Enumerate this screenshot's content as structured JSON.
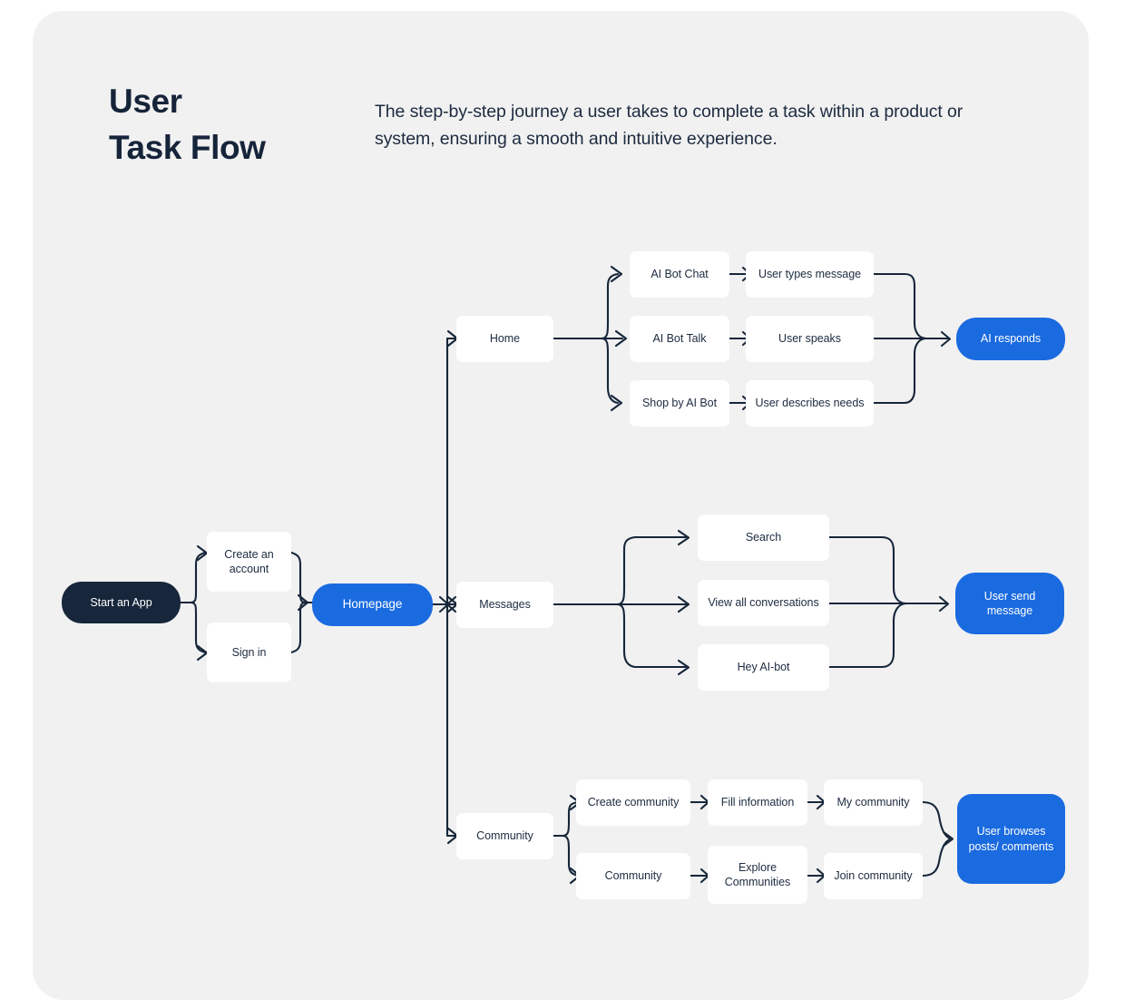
{
  "page": {
    "background": "#ffffff",
    "card_background": "#f1f1f1",
    "ink": "#17263a",
    "accent_blue": "#1a6ae0",
    "node_white": "#ffffff"
  },
  "header": {
    "title": "User\nTask Flow",
    "description": "The step-by-step journey a user takes to complete a task within a product or system, ensuring a smooth and intuitive experience."
  },
  "flow": {
    "start": {
      "label": "Start an App",
      "style": "dark"
    },
    "auth": [
      {
        "label": "Create an account",
        "style": "plain"
      },
      {
        "label": "Sign in",
        "style": "plain"
      }
    ],
    "hub": {
      "label": "Homepage",
      "style": "blue"
    },
    "branches": [
      {
        "name": "home",
        "root": {
          "label": "Home",
          "style": "plain"
        },
        "steps": [
          {
            "label": "AI Bot Chat",
            "next": "User types message"
          },
          {
            "label": "AI Bot Talk",
            "next": "User speaks"
          },
          {
            "label": "Shop by AI Bot",
            "next": "User describes needs"
          }
        ],
        "outcome": {
          "label": "AI responds",
          "style": "blue"
        }
      },
      {
        "name": "messages",
        "root": {
          "label": "Messages",
          "style": "plain"
        },
        "steps": [
          {
            "label": "Search",
            "next": ""
          },
          {
            "label": "View all conversations",
            "next": ""
          },
          {
            "label": "Hey AI-bot",
            "next": ""
          }
        ],
        "outcome": {
          "label": "User send message",
          "style": "blue"
        }
      },
      {
        "name": "community",
        "root": {
          "label": "Community",
          "style": "plain"
        },
        "steps": [
          {
            "label": "Create community",
            "mid": "Fill information",
            "next": "My community"
          },
          {
            "label": "Community",
            "mid": "Explore Communities",
            "next": "Join community"
          }
        ],
        "outcome": {
          "label": "User browses posts/ comments",
          "style": "blue"
        }
      }
    ]
  },
  "nodes": {
    "start_an_app": "Start an App",
    "create_an_account": "Create an account",
    "sign_in": "Sign in",
    "homepage": "Homepage",
    "home": "Home",
    "ai_bot_chat": "AI Bot Chat",
    "user_types_message": "User types message",
    "ai_bot_talk": "AI Bot Talk",
    "user_speaks": "User speaks",
    "shop_by_ai_bot": "Shop by AI Bot",
    "user_describes_needs": "User describes needs",
    "ai_responds": "AI responds",
    "messages": "Messages",
    "search": "Search",
    "view_all_conversations": "View all conversations",
    "hey_ai_bot": "Hey AI-bot",
    "user_send_message": "User send message",
    "community": "Community",
    "create_community": "Create community",
    "fill_information": "Fill information",
    "my_community": "My community",
    "community_browse": "Community",
    "explore_communities": "Explore Communities",
    "join_community": "Join community",
    "user_browses": "User browses posts/ comments"
  }
}
